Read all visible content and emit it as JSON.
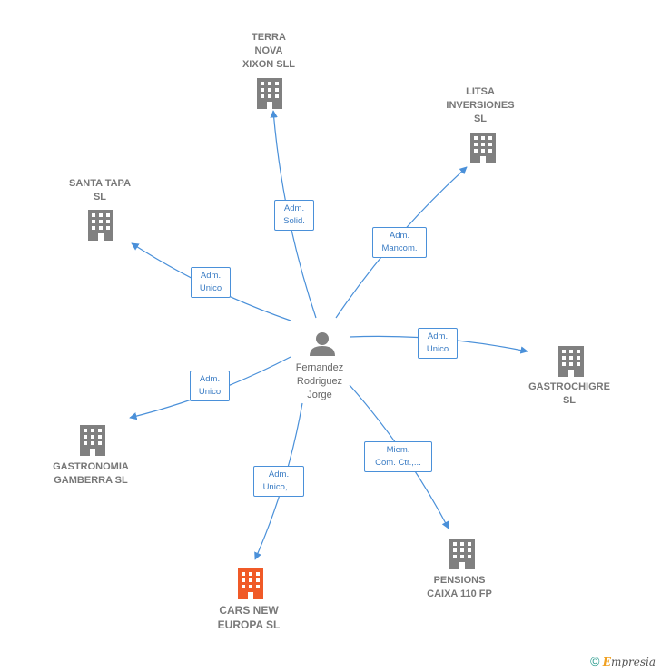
{
  "center": {
    "label": "Fernandez\nRodriguez\nJorge",
    "icon": "person-icon"
  },
  "companies": [
    {
      "id": "terra",
      "label": "TERRA\nNOVA\nXIXON SLL",
      "highlight": false
    },
    {
      "id": "litsa",
      "label": "LITSA\nINVERSIONES\nSL",
      "highlight": false
    },
    {
      "id": "santa",
      "label": "SANTA TAPA\nSL",
      "highlight": false
    },
    {
      "id": "gastrochigre",
      "label": "GASTROCHIGRE\nSL",
      "highlight": false
    },
    {
      "id": "gastronomia",
      "label": "GASTRONOMIA\nGAMBERRA  SL",
      "highlight": false
    },
    {
      "id": "pensions",
      "label": "PENSIONS\nCAIXA 110 FP",
      "highlight": false
    },
    {
      "id": "cars",
      "label": "CARS NEW\nEUROPA  SL",
      "highlight": true
    }
  ],
  "relations": [
    {
      "target": "terra",
      "label": "Adm.\nSolid."
    },
    {
      "target": "litsa",
      "label": "Adm.\nMancom."
    },
    {
      "target": "santa",
      "label": "Adm.\nUnico"
    },
    {
      "target": "gastrochigre",
      "label": "Adm.\nUnico"
    },
    {
      "target": "gastronomia",
      "label": "Adm.\nUnico"
    },
    {
      "target": "pensions",
      "label": "Miem.\nCom. Ctr.,..."
    },
    {
      "target": "cars",
      "label": "Adm.\nUnico,..."
    }
  ],
  "colors": {
    "edge": "#4a90d9",
    "building": "#808080",
    "building_highlight": "#f05a28",
    "person": "#808080"
  },
  "footer": {
    "copyright": "©",
    "brand_e": "E",
    "brand_rest": "mpresia"
  }
}
